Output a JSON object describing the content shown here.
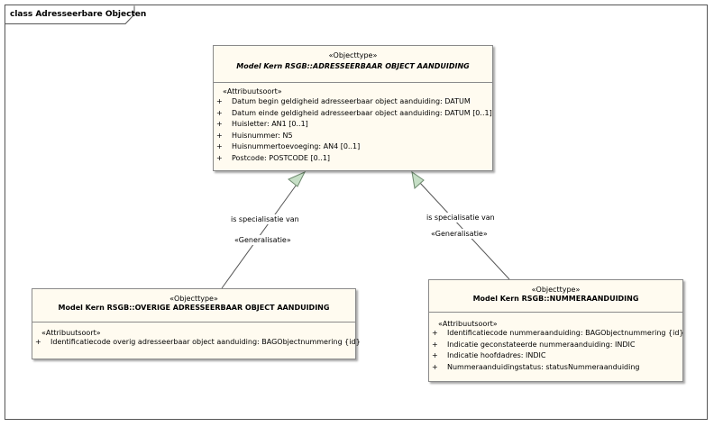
{
  "diagram": {
    "title": "class Adresseerbare Objecten"
  },
  "classes": {
    "parent": {
      "stereotype": "«Objecttype»",
      "name": "Model Kern RSGB::ADRESSEERBAAR OBJECT AANDUIDING",
      "attr_stereotype": "«Attribuutsoort»",
      "attributes": [
        {
          "vis": "+",
          "text": "Datum begin geldigheid adresseerbaar object aanduiding: DATUM"
        },
        {
          "vis": "+",
          "text": "Datum einde geldigheid adresseerbaar object aanduiding: DATUM [0..1]"
        },
        {
          "vis": "+",
          "text": "Huisletter: AN1 [0..1]"
        },
        {
          "vis": "+",
          "text": "Huisnummer: N5"
        },
        {
          "vis": "+",
          "text": "Huisnummertoevoeging: AN4 [0..1]"
        },
        {
          "vis": "+",
          "text": "Postcode: POSTCODE [0..1]"
        }
      ]
    },
    "overige": {
      "stereotype": "«Objecttype»",
      "name": "Model Kern RSGB::OVERIGE ADRESSEERBAAR OBJECT AANDUIDING",
      "attr_stereotype": "«Attribuutsoort»",
      "attributes": [
        {
          "vis": "+",
          "text": "Identificatiecode overig adresseerbaar object aanduiding: BAGObjectnummering {id}"
        }
      ]
    },
    "nummer": {
      "stereotype": "«Objecttype»",
      "name": "Model Kern RSGB::NUMMERAANDUIDING",
      "attr_stereotype": "«Attribuutsoort»",
      "attributes": [
        {
          "vis": "+",
          "text": "Identificatiecode nummeraanduiding: BAGObjectnummering {id}"
        },
        {
          "vis": "+",
          "text": "Indicatie geconstateerde nummeraanduiding: INDIC"
        },
        {
          "vis": "+",
          "text": "Indicatie hoofdadres: INDIC"
        },
        {
          "vis": "+",
          "text": "Nummeraanduidingstatus: statusNummeraanduiding"
        }
      ]
    }
  },
  "connectors": {
    "left": {
      "label": "is specialisatie van",
      "stereotype": "«Generalisatie»"
    },
    "right": {
      "label": "is specialisatie van",
      "stereotype": "«Generalisatie»"
    }
  }
}
